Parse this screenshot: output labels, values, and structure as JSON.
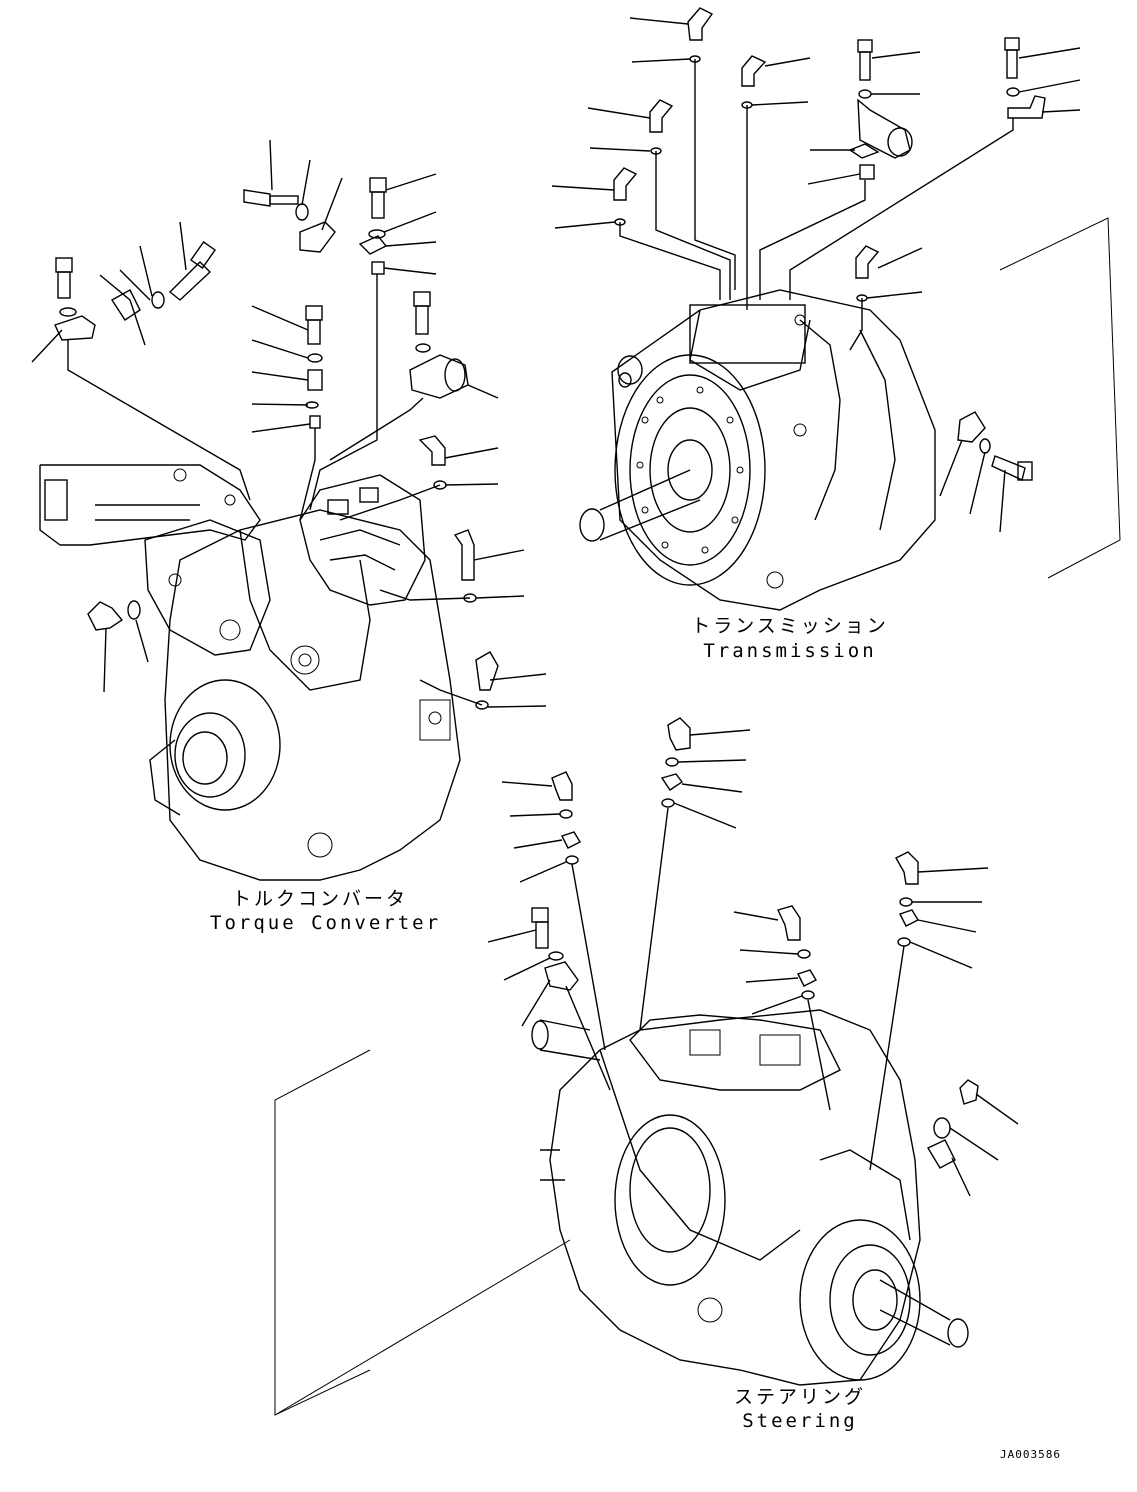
{
  "diagram": {
    "assemblies": [
      {
        "id": "transmission",
        "label_jp": "トランスミッション",
        "label_en": "Transmission"
      },
      {
        "id": "torque_converter",
        "label_jp": "トルクコンバータ",
        "label_en": "Torque Converter"
      },
      {
        "id": "steering",
        "label_jp": "ステアリング",
        "label_en": "Steering"
      }
    ],
    "drawing_code": "JA003586"
  },
  "style": {
    "line_color": "#000000",
    "background": "#ffffff"
  }
}
